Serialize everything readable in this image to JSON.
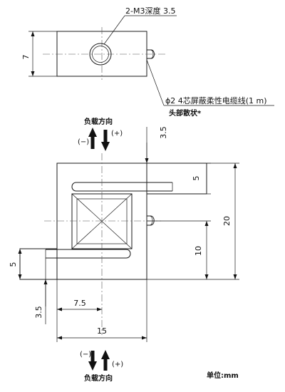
{
  "labels": {
    "hole_note": "2-M3深度 3.5",
    "cable_note_line1": "ϕ2 4芯屏蔽柔性电缆线(1 m)",
    "cable_note_line2": "头部散状*",
    "load_direction_top": "负载方向",
    "load_direction_bottom": "负载方向",
    "sign_minus_top": "(−)",
    "sign_plus_top": "(+)",
    "sign_minus_bottom": "(−)",
    "sign_plus_bottom": "(+)",
    "unit": "单位:mm"
  },
  "dimensions": {
    "top_height": "7",
    "top_offset": "3.5",
    "slot_upper": "5",
    "total_height": "20",
    "lower_height": "10",
    "slot_lower": "5",
    "hole_x": "7.5",
    "bottom_offset": "3.5",
    "total_width": "15"
  }
}
